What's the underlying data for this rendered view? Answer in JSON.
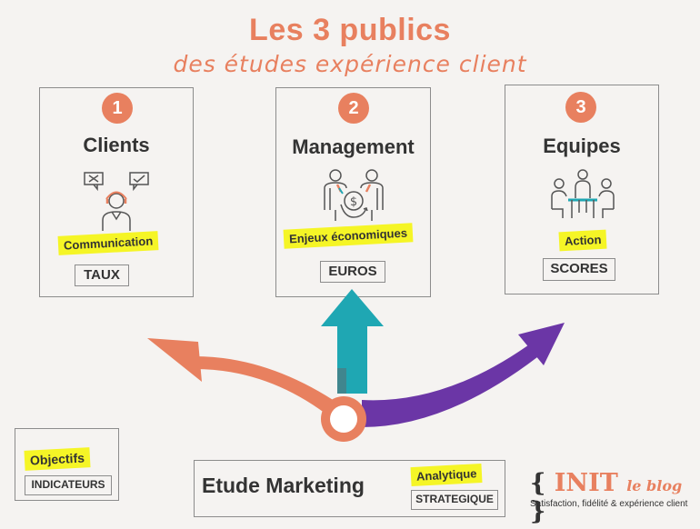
{
  "title": "Les 3 publics",
  "subtitle": "des études expérience client",
  "colors": {
    "accent": "#e8805f",
    "teal": "#1fa7b3",
    "purple": "#6b36a6",
    "highlight": "#f5f526"
  },
  "cards": [
    {
      "number": "1",
      "title": "Clients",
      "highlight": "Communication",
      "tag": "TAUX",
      "icon": "customer-service-icon"
    },
    {
      "number": "2",
      "title": "Management",
      "highlight": "Enjeux économiques",
      "tag": "EUROS",
      "icon": "money-meeting-icon"
    },
    {
      "number": "3",
      "title": "Equipes",
      "highlight": "Action",
      "tag": "SCORES",
      "icon": "team-meeting-icon"
    }
  ],
  "objectives": {
    "highlight": "Objectifs",
    "tag": "INDICATEURS"
  },
  "marketing": {
    "title": "Etude Marketing",
    "highlight": "Analytique",
    "tag": "STRATEGIQUE"
  },
  "logo": {
    "open": "{",
    "init": "INIT",
    "sub": "le blog",
    "close": "}",
    "caption": "Satisfaction, fidélité & expérience client"
  }
}
